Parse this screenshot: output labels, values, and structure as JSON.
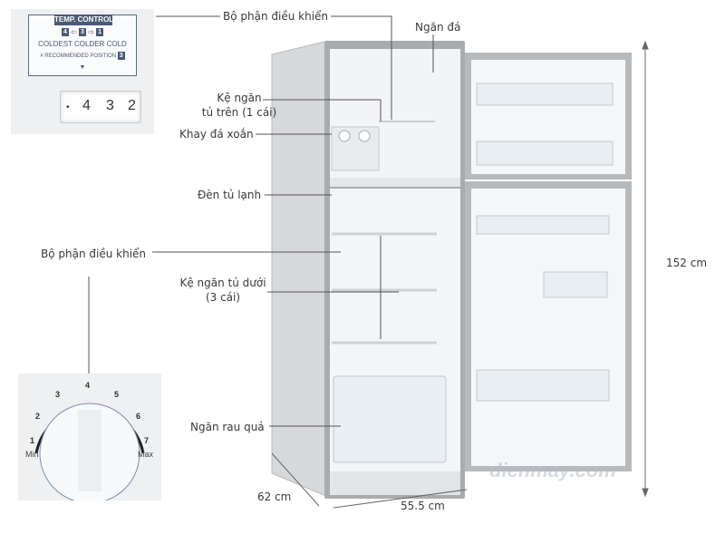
{
  "labels": {
    "control_top": "Bộ phận điều khiển",
    "freezer": "Ngăn đá",
    "upper_shelf_line1": "Kệ ngăn",
    "upper_shelf_line2": "tủ trên (1 cái)",
    "ice_tray": "Khay đá xoắn",
    "light": "Đèn tủ lạnh",
    "control_bottom": "Bộ phận điều khiển",
    "lower_shelf_line1": "Kệ ngăn tủ dưới",
    "lower_shelf_line2": "(3 cái)",
    "crisper": "Ngăn rau quả"
  },
  "dimensions": {
    "height": "152 cm",
    "width": "55.5 cm",
    "depth": "62 cm"
  },
  "temp_control": {
    "title": "TEMP. CONTROL",
    "settings": [
      "4",
      "3",
      "1"
    ],
    "words": [
      "COLDEST",
      "COLDER",
      "COLD"
    ],
    "recommended": "# RECOMMENDED POSITION",
    "recommended_value": "3",
    "dial_numbers": [
      "•",
      "4",
      "3",
      "2"
    ]
  },
  "knob": {
    "numbers": [
      "1",
      "2",
      "3",
      "4",
      "5",
      "6",
      "7"
    ],
    "min": "Min",
    "max": "Max"
  },
  "watermark": "dienmay.com",
  "colors": {
    "label_text": "#3a3a3a",
    "leader_line": "#555555",
    "panel_accent": "#4a5a75"
  }
}
